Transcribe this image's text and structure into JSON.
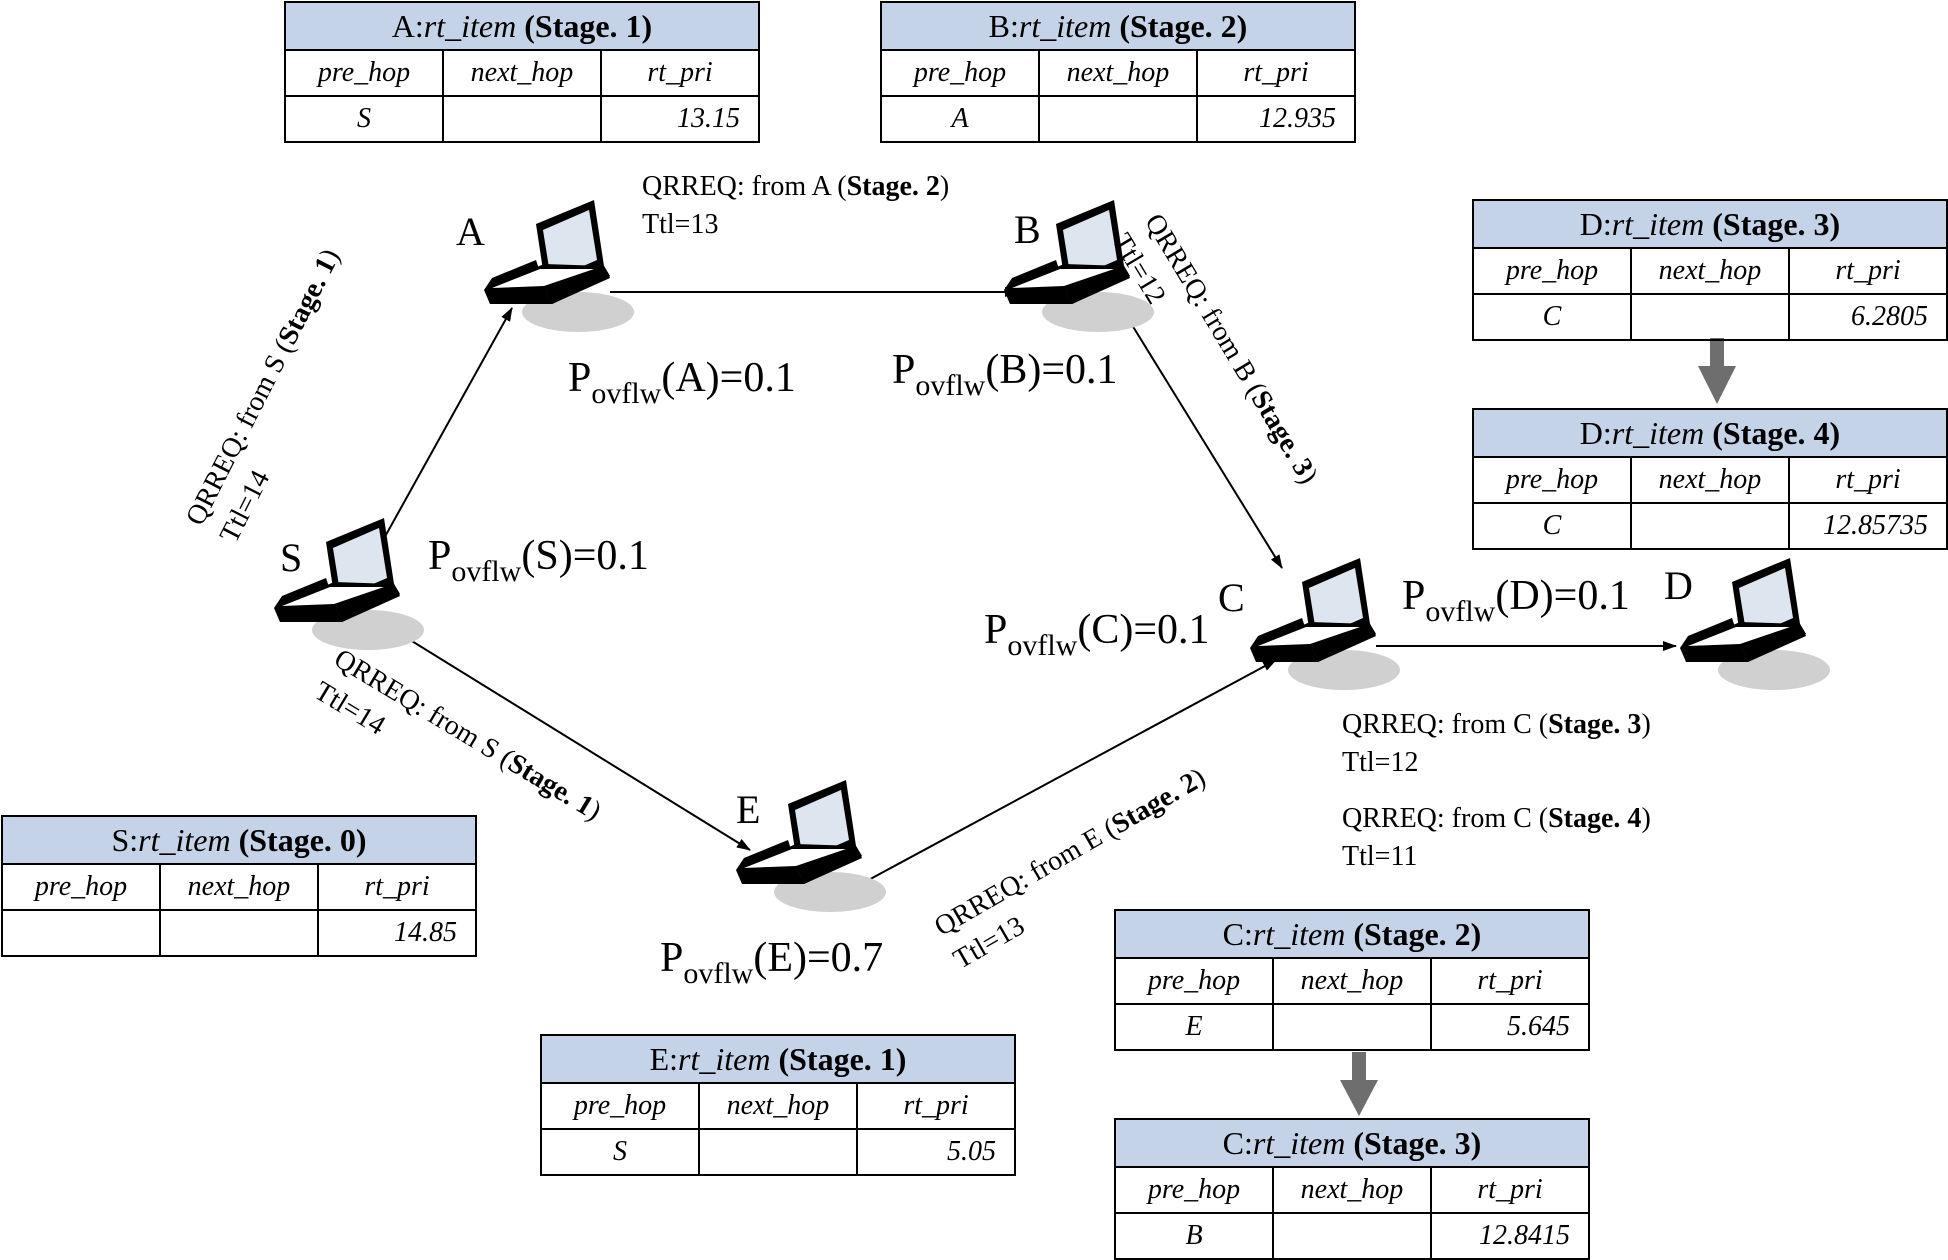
{
  "nodes": {
    "S": {
      "letter": "S",
      "pov_arg": "(S)=0.1"
    },
    "A": {
      "letter": "A",
      "pov_arg": "(A)=0.1"
    },
    "B": {
      "letter": "B",
      "pov_arg": "(B)=0.1"
    },
    "C": {
      "letter": "C",
      "pov_arg": "(C)=0.1"
    },
    "D": {
      "letter": "D",
      "pov_arg": "(D)=0.1"
    },
    "E": {
      "letter": "E",
      "pov_arg": "(E)=0.7"
    }
  },
  "pov": {
    "main": "P",
    "sub": "ovflw"
  },
  "messages": {
    "s_a": {
      "prefix": "QRREQ: from S (",
      "stage": "Stage. 1",
      "suffix": ")",
      "ttl": "Ttl=14"
    },
    "s_e": {
      "prefix": "QRREQ: from S (",
      "stage": "Stage. 1",
      "suffix": ")",
      "ttl": "Ttl=14"
    },
    "a_b": {
      "prefix": "QRREQ: from A (",
      "stage": "Stage. 2",
      "suffix": ")",
      "ttl": "Ttl=13"
    },
    "b_c": {
      "prefix": "QRREQ: from B (",
      "stage": "Stage. 3",
      "suffix": ")",
      "ttl": "Ttl=12"
    },
    "e_c": {
      "prefix": "QRREQ: from E (",
      "stage": "Stage. 2",
      "suffix": ")",
      "ttl": "Ttl=13"
    },
    "c_d3": {
      "prefix": "QRREQ: from C (",
      "stage": "Stage. 3",
      "suffix": ")",
      "ttl": "Ttl=12"
    },
    "c_d4": {
      "prefix": "QRREQ: from C (",
      "stage": "Stage. 4",
      "suffix": ")",
      "ttl": "Ttl=11"
    }
  },
  "table_headers": {
    "pre_hop": "pre_hop",
    "next_hop": "next_hop",
    "rt_pri": "rt_pri"
  },
  "tables": {
    "A1": {
      "node": "A:",
      "name": "rt_item",
      "stage": "(Stage. 1)",
      "pre_hop": "S",
      "next_hop": "",
      "rt_pri": "13.15"
    },
    "B2": {
      "node": "B:",
      "name": "rt_item",
      "stage": "(Stage. 2)",
      "pre_hop": "A",
      "next_hop": "",
      "rt_pri": "12.935"
    },
    "D3": {
      "node": "D:",
      "name": "rt_item",
      "stage": "(Stage. 3)",
      "pre_hop": "C",
      "next_hop": "",
      "rt_pri": "6.2805"
    },
    "D4": {
      "node": "D:",
      "name": "rt_item",
      "stage": "(Stage. 4)",
      "pre_hop": "C",
      "next_hop": "",
      "rt_pri": "12.85735"
    },
    "S0": {
      "node": "S:",
      "name": "rt_item",
      "stage": "(Stage. 0)",
      "pre_hop": "",
      "next_hop": "",
      "rt_pri": "14.85"
    },
    "E1": {
      "node": "E:",
      "name": "rt_item",
      "stage": "(Stage. 1)",
      "pre_hop": "S",
      "next_hop": "",
      "rt_pri": "5.05"
    },
    "C2": {
      "node": "C:",
      "name": "rt_item",
      "stage": "(Stage. 2)",
      "pre_hop": "E",
      "next_hop": "",
      "rt_pri": "5.645"
    },
    "C3": {
      "node": "C:",
      "name": "rt_item",
      "stage": "(Stage. 3)",
      "pre_hop": "B",
      "next_hop": "",
      "rt_pri": "12.8415"
    }
  },
  "colors": {
    "table_header_bg": "#c5d3e8",
    "stage_arrow": "#6e6e6e",
    "line": "#000000"
  }
}
